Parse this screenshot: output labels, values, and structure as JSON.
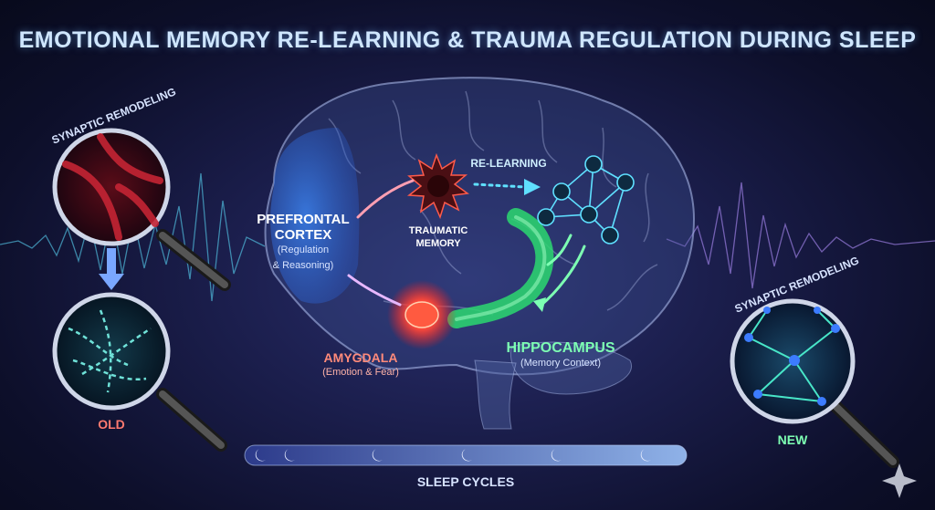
{
  "title": "EMOTIONAL MEMORY RE-LEARNING & TRAUMA REGULATION DURING SLEEP",
  "left_panel": {
    "top_lens_title": "SYNAPTIC REMODELING",
    "bottom_lens_label": "OLD"
  },
  "right_panel": {
    "lens_title": "SYNAPTIC REMODELING",
    "lens_label": "NEW"
  },
  "brain": {
    "prefrontal": {
      "name_line1": "PREFRONTAL",
      "name_line2": "CORTEX",
      "desc_line1": "(Regulation",
      "desc_line2": "& Reasoning)"
    },
    "traumatic": {
      "line1": "TRAUMATIC",
      "line2": "MEMORY"
    },
    "relearning": "RE-LEARNING",
    "amygdala": {
      "name": "AMYGDALA",
      "desc": "(Emotion & Fear)"
    },
    "hippocampus": {
      "name": "HIPPOCAMPUS",
      "desc": "(Memory Context)"
    }
  },
  "sleep_bar": {
    "label": "SLEEP CYCLES"
  },
  "colors": {
    "accent_blue": "#5aa9ff",
    "accent_green": "#34d37a",
    "accent_red": "#ff3b3b",
    "accent_cyan": "#5fe0ff"
  }
}
